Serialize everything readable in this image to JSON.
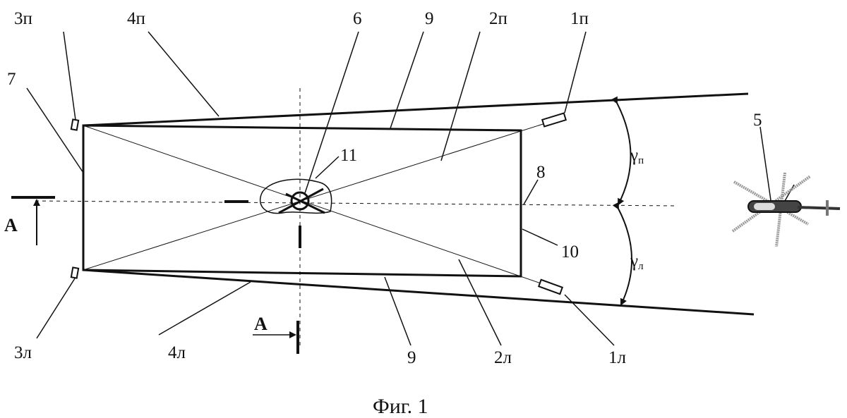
{
  "figure": {
    "caption": "Фиг. 1",
    "labels": {
      "l3p": "3п",
      "l4p": "4п",
      "l6": "6",
      "l9top": "9",
      "l2p": "2п",
      "l1p": "1п",
      "l7": "7",
      "l11": "11",
      "l8": "8",
      "l10": "10",
      "l5": "5",
      "l3l": "3л",
      "l4l": "4л",
      "l9bot": "9",
      "l2l": "2л",
      "l1l": "1л",
      "section_left": "A",
      "section_bottom": "A",
      "gamma_p": "γ",
      "gamma_p_sub": "п",
      "gamma_l": "γ",
      "gamma_l_sub": "л"
    }
  }
}
